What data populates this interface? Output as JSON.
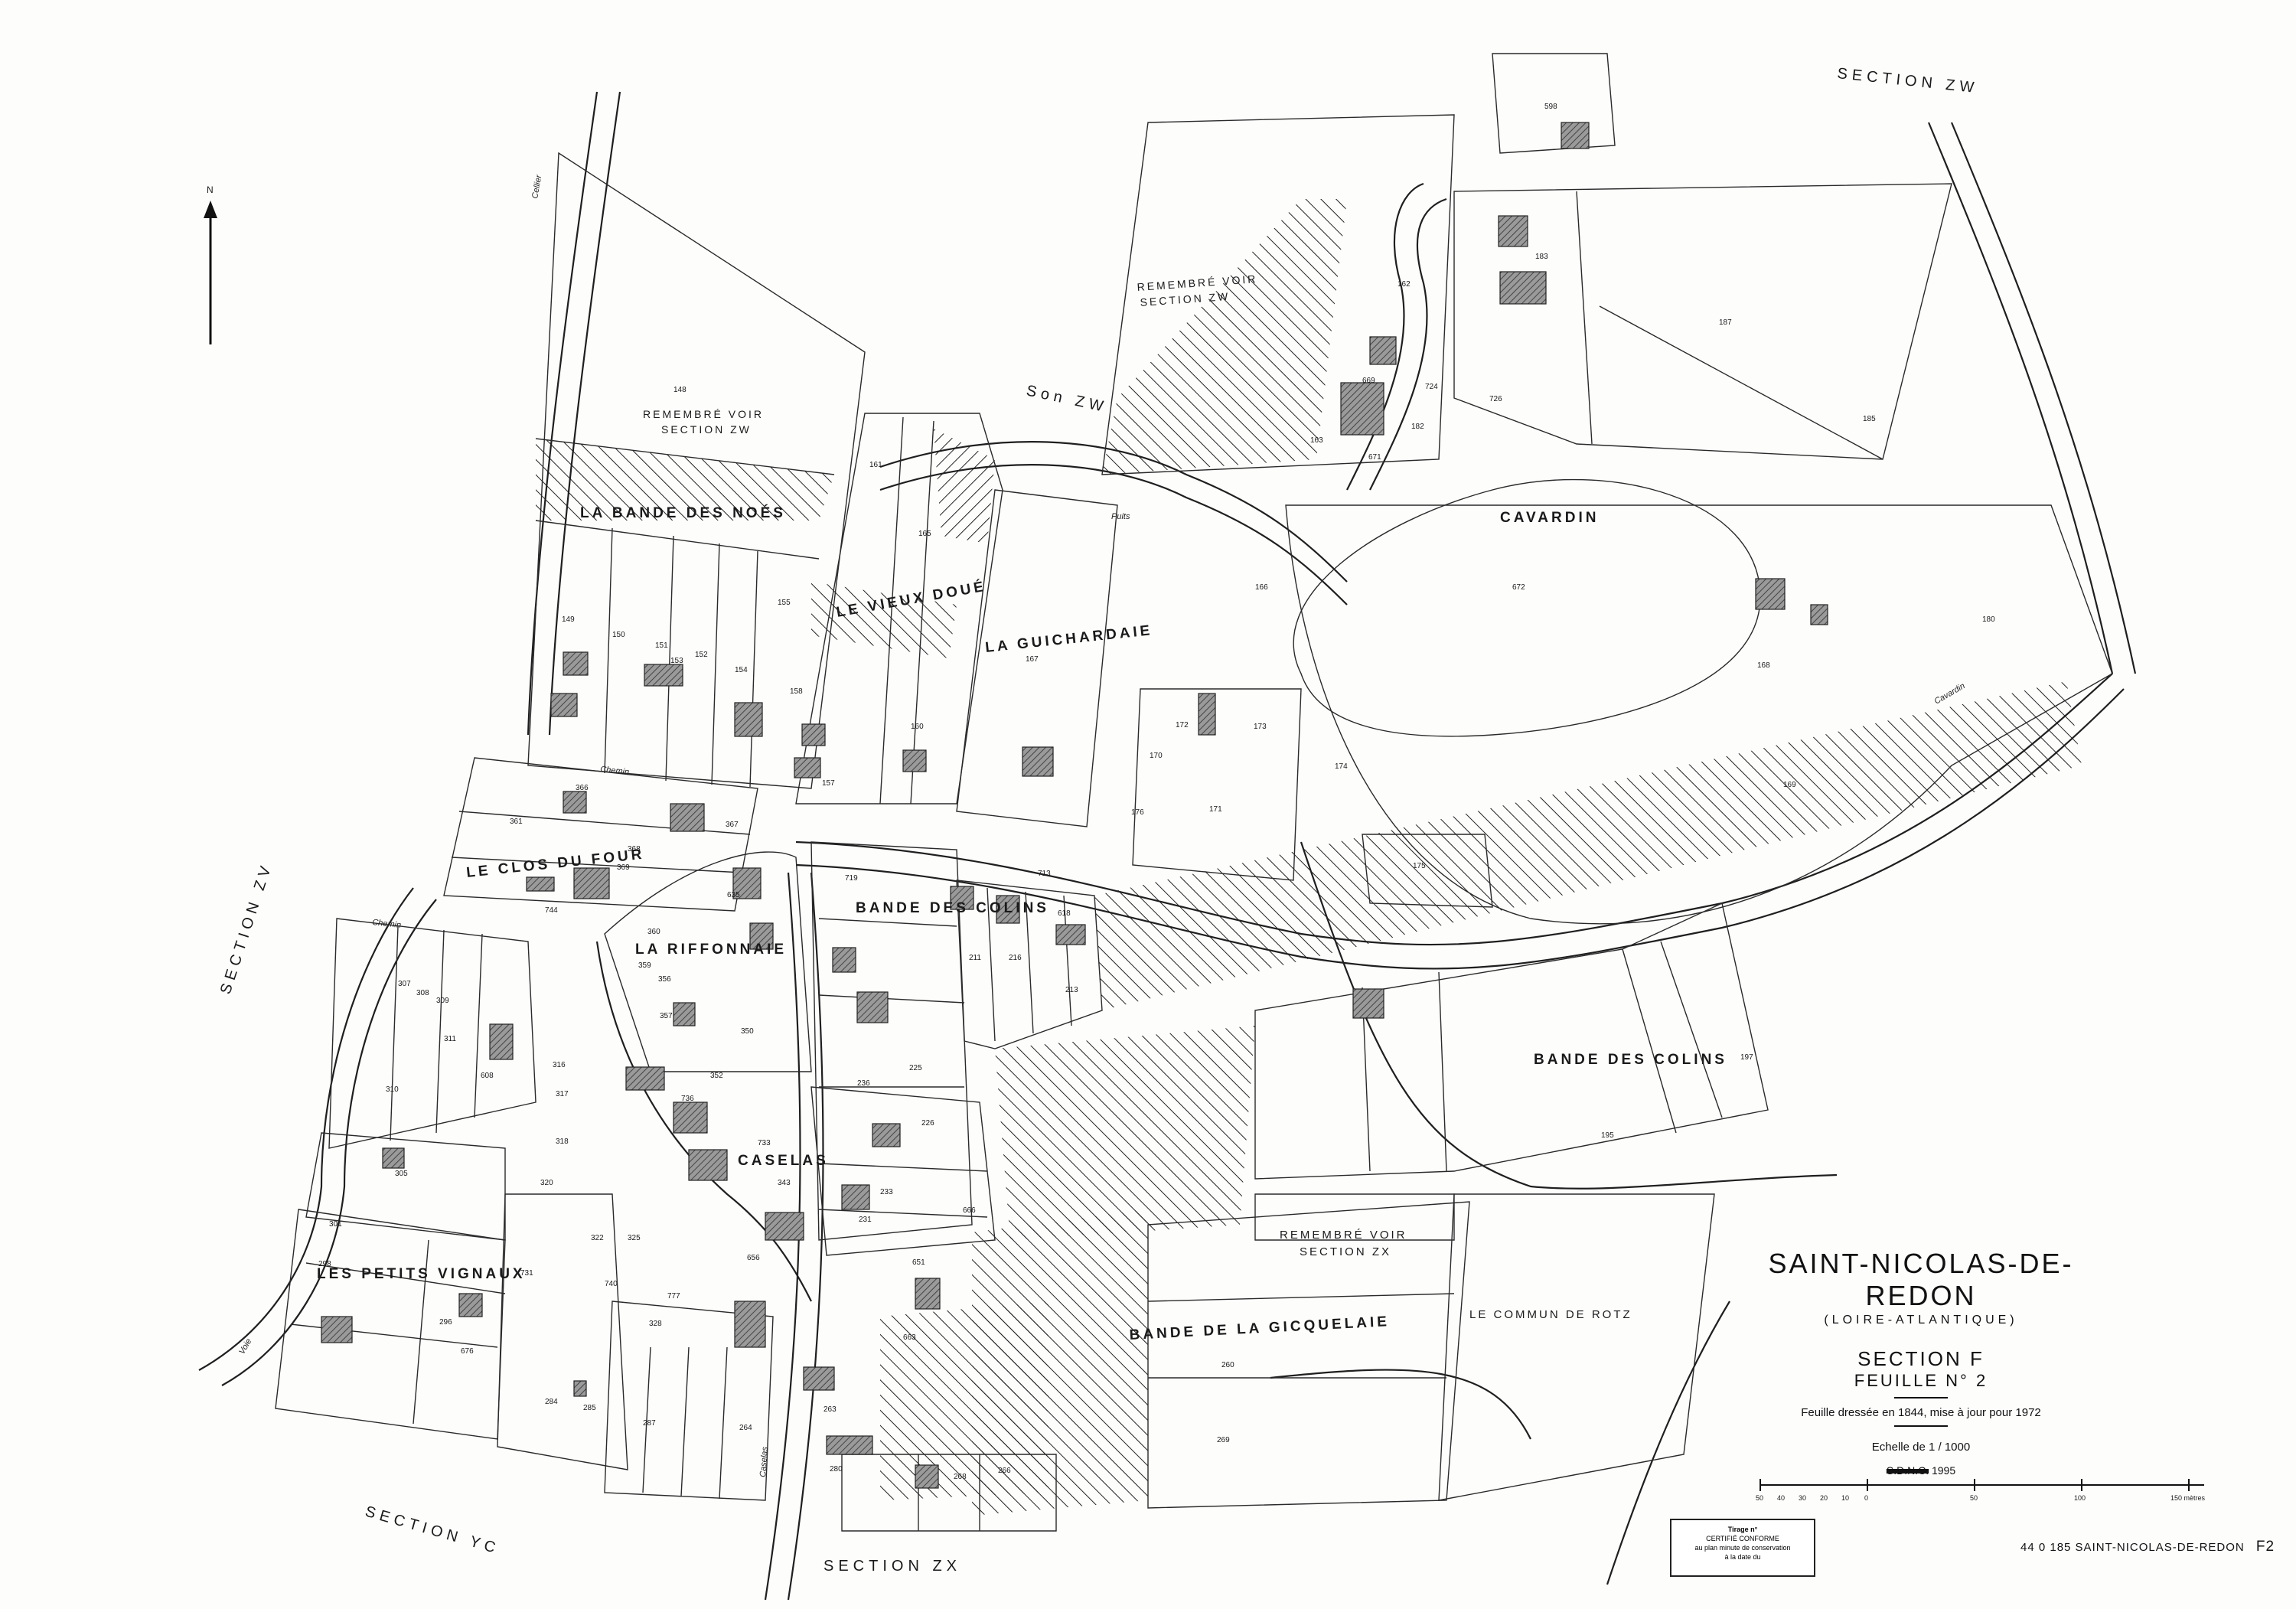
{
  "map": {
    "commune": "SAINT-NICOLAS-DE-REDON",
    "departement": "(LOIRE-ATLANTIQUE)",
    "section": "SECTION F",
    "feuille": "FEUILLE N° 2",
    "note": "Feuille dressée en 1844, mise à jour pour 1972",
    "scale_text": "Echelle de 1 / 1000",
    "org_label": "S.D.N.C.",
    "org_year": "1995",
    "north_label": "N",
    "footer_ref": "44 0 185 SAINT-NICOLAS-DE-REDON",
    "footer_code": "F2",
    "stamp": {
      "title": "Tirage n°",
      "line1": "CERTIFIÉ CONFORME",
      "line2": "au plan minute de conservation",
      "line3": "à la date du"
    },
    "scale_bar_labels": [
      "50",
      "40",
      "30",
      "20",
      "10",
      "0",
      "50",
      "100",
      "150 mètres"
    ]
  },
  "labels": {
    "section_zw_top": "SECTION ZW",
    "section_zv": "SECTION ZV",
    "section_yc": "SECTION YC",
    "section_zx_bottom": "SECTION ZX",
    "son_zw": "Son ZW",
    "remembre_left_1": "REMEMBRÉ VOIR",
    "remembre_left_2": "SECTION ZW",
    "remembre_top_1": "REMEMBRÉ VOIR",
    "remembre_top_2": "SECTION ZW",
    "remembre_zx_1": "REMEMBRÉ VOIR",
    "remembre_zx_2": "SECTION ZX",
    "bande_des_noes": "LA BANDE DES NOÉS",
    "vieux_doue": "LE VIEUX DOUÉ",
    "guichardaie": "LA GUICHARDAIE",
    "cavardin": "CAVARDIN",
    "clos_du_four": "LE CLOS DU FOUR",
    "riffonnaie": "LA RIFFONNAIE",
    "bande_des_colins_1": "BANDE DES COLINS",
    "bande_des_colins_2": "BANDE DES COLINS",
    "caselas": "CASELAS",
    "petits_vignaux": "LES PETITS VIGNAUX",
    "gicquelaie": "BANDE DE LA GICQUELAIE",
    "commun_de_rotz": "LE COMMUN DE ROTZ"
  },
  "roads": {
    "cavardin": "Cavardin",
    "chemin_1": "Chemin",
    "chemin_2": "Chemin",
    "cellier": "Cellier",
    "caselas": "Caselas",
    "puits": "Puits",
    "voie": "Voie"
  },
  "parcels": {
    "p148": "148",
    "p149": "149",
    "p150": "150",
    "p151": "151",
    "p152": "152",
    "p153": "153",
    "p154": "154",
    "p155": "155",
    "p157": "157",
    "p158": "158",
    "p160": "160",
    "p161": "161",
    "p162": "162",
    "p163": "163",
    "p165": "165",
    "p166": "166",
    "p167": "167",
    "p168": "168",
    "p169": "169",
    "p170": "170",
    "p171": "171",
    "p172": "172",
    "p173": "173",
    "p174": "174",
    "p175": "175",
    "p176": "176",
    "p180": "180",
    "p182": "182",
    "p183": "183",
    "p185": "185",
    "p187": "187",
    "p195": "195",
    "p197": "197",
    "p211": "211",
    "p213": "213",
    "p216": "216",
    "p225": "225",
    "p226": "226",
    "p231": "231",
    "p233": "233",
    "p236": "236",
    "p260": "260",
    "p263": "263",
    "p264": "264",
    "p266": "266",
    "p268": "268",
    "p269": "269",
    "p280": "280",
    "p284": "284",
    "p285": "285",
    "p287": "287",
    "p296": "296",
    "p298": "298",
    "p301": "301",
    "p305": "305",
    "p307": "307",
    "p308": "308",
    "p309": "309",
    "p310": "310",
    "p311": "311",
    "p316": "316",
    "p317": "317",
    "p318": "318",
    "p320": "320",
    "p322": "322",
    "p325": "325",
    "p328": "328",
    "p343": "343",
    "p350": "350",
    "p352": "352",
    "p356": "356",
    "p357": "357",
    "p359": "359",
    "p360": "360",
    "p361": "361",
    "p366": "366",
    "p367": "367",
    "p368": "368",
    "p369": "369",
    "p598": "598",
    "p608": "608",
    "p618": "618",
    "p635": "635",
    "p651": "651",
    "p656": "656",
    "p663": "663",
    "p666": "666",
    "p669": "669",
    "p671": "671",
    "p672": "672",
    "p676": "676",
    "p713": "713",
    "p719": "719",
    "p724": "724",
    "p726": "726",
    "p731": "731",
    "p733": "733",
    "p736": "736",
    "p740": "740",
    "p744": "744",
    "p777": "777"
  }
}
